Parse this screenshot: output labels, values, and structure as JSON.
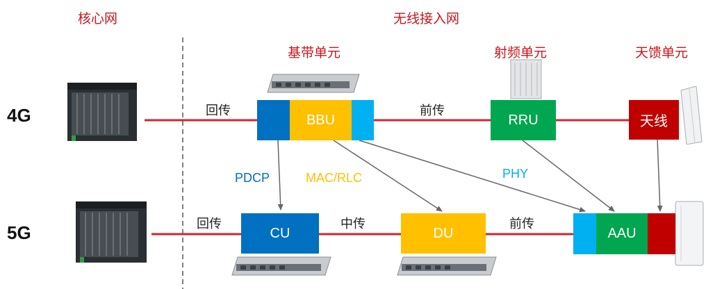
{
  "headers": {
    "core_network": "核心网",
    "radio_access_network": "无线接入网"
  },
  "units": {
    "baseband": "基带单元",
    "radio_frequency": "射频单元",
    "antenna_feeder": "天馈单元"
  },
  "rows": {
    "g4": "4G",
    "g5": "5G"
  },
  "links": {
    "backhaul_4g": "回传",
    "fronthaul_4g": "前传",
    "backhaul_5g": "回传",
    "midhaul_5g": "中传",
    "fronthaul_5g": "前传"
  },
  "nodes": {
    "bbu": "BBU",
    "rru": "RRU",
    "antenna": "天线",
    "cu": "CU",
    "du": "DU",
    "aau": "AAU"
  },
  "splits": {
    "pdcp": "PDCP",
    "mac_rlc": "MAC/RLC",
    "phy": "PHY"
  },
  "colors": {
    "title_red": "#c8161d",
    "link_red": "#d22630",
    "blue": "#0070c0",
    "yellow": "#ffc000",
    "cyan": "#00b0f0",
    "green": "#00a650",
    "dark_red": "#c00000"
  }
}
